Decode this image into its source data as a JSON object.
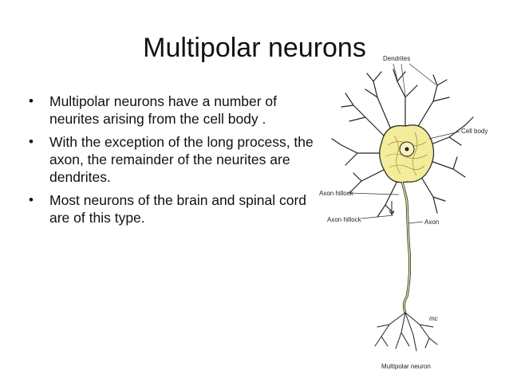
{
  "slide": {
    "title": "Multipolar neurons",
    "bullets": [
      "Multipolar neurons have a number of neurites arising from the cell body .",
      "With the exception of the long process, the axon, the remainder of the neurites are dendrites.",
      "Most neurons of the brain and spinal cord are of this type."
    ]
  },
  "diagram": {
    "labels": {
      "dendrites": "Dendrites",
      "cell_body": "Cell body",
      "axon_hillock_1": "Axon hillock",
      "axon_hillock_2": "Axon hillock",
      "axon": "Axon",
      "caption": "Multipolar neuron",
      "signature": "mc"
    },
    "colors": {
      "cell_fill": "#f3ec9a",
      "outline": "#222222"
    }
  }
}
